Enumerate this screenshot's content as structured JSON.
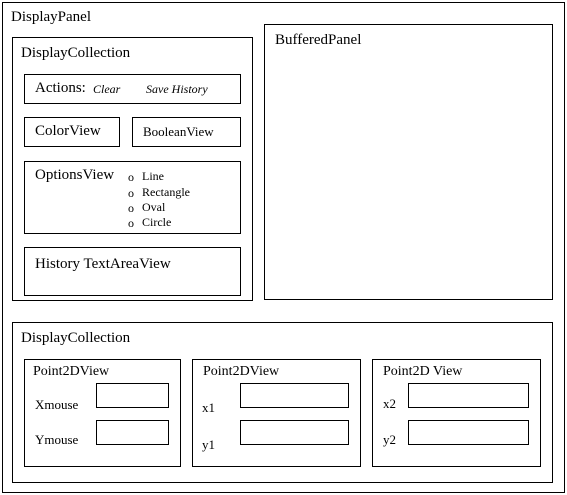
{
  "display_panel": {
    "title": "DisplayPanel"
  },
  "top_collection": {
    "title": "DisplayCollection",
    "actions": {
      "label": "Actions:",
      "clear": "Clear",
      "save_history": "Save History"
    },
    "color_view": {
      "label": "ColorView"
    },
    "boolean_view": {
      "label": "BooleanView"
    },
    "options_view": {
      "label": "OptionsView",
      "options": [
        {
          "bullet": "o",
          "label": "Line"
        },
        {
          "bullet": "o",
          "label": "Rectangle"
        },
        {
          "bullet": "o",
          "label": "Oval"
        },
        {
          "bullet": "o",
          "label": "Circle"
        }
      ]
    },
    "history_view": {
      "label": "History TextAreaView"
    }
  },
  "buffered_panel": {
    "title": "BufferedPanel"
  },
  "bottom_collection": {
    "title": "DisplayCollection",
    "views": [
      {
        "title": "Point2DView",
        "field1_label": "Xmouse",
        "field2_label": "Ymouse"
      },
      {
        "title": "Point2DView",
        "field1_label": "x1",
        "field2_label": "y1"
      },
      {
        "title": "Point2D View",
        "field1_label": "x2",
        "field2_label": "y2"
      }
    ]
  }
}
